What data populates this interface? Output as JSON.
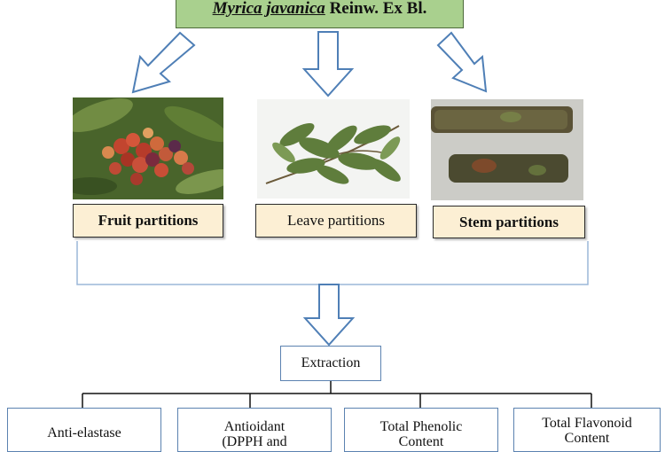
{
  "title": {
    "species": "Myrica javanica",
    "authority": "Reinw. Ex Bl."
  },
  "parts": [
    {
      "label": "Fruit partitions"
    },
    {
      "label": "Leave partitions"
    },
    {
      "label": "Stem partitions"
    }
  ],
  "extraction": "Extraction",
  "assays": [
    {
      "line1": "Anti-elastase",
      "line2": ""
    },
    {
      "line1": "Antioidant",
      "line2": "(DPPH and"
    },
    {
      "line1": "Total Phenolic",
      "line2": "Content"
    },
    {
      "line1": "Total Flavonoid",
      "line2": "Content"
    }
  ],
  "colors": {
    "title_fill": "#a9d08e",
    "label_fill": "#fcefd4",
    "arrow_stroke": "#4f7fb6",
    "connector": "#9bb7d9"
  }
}
